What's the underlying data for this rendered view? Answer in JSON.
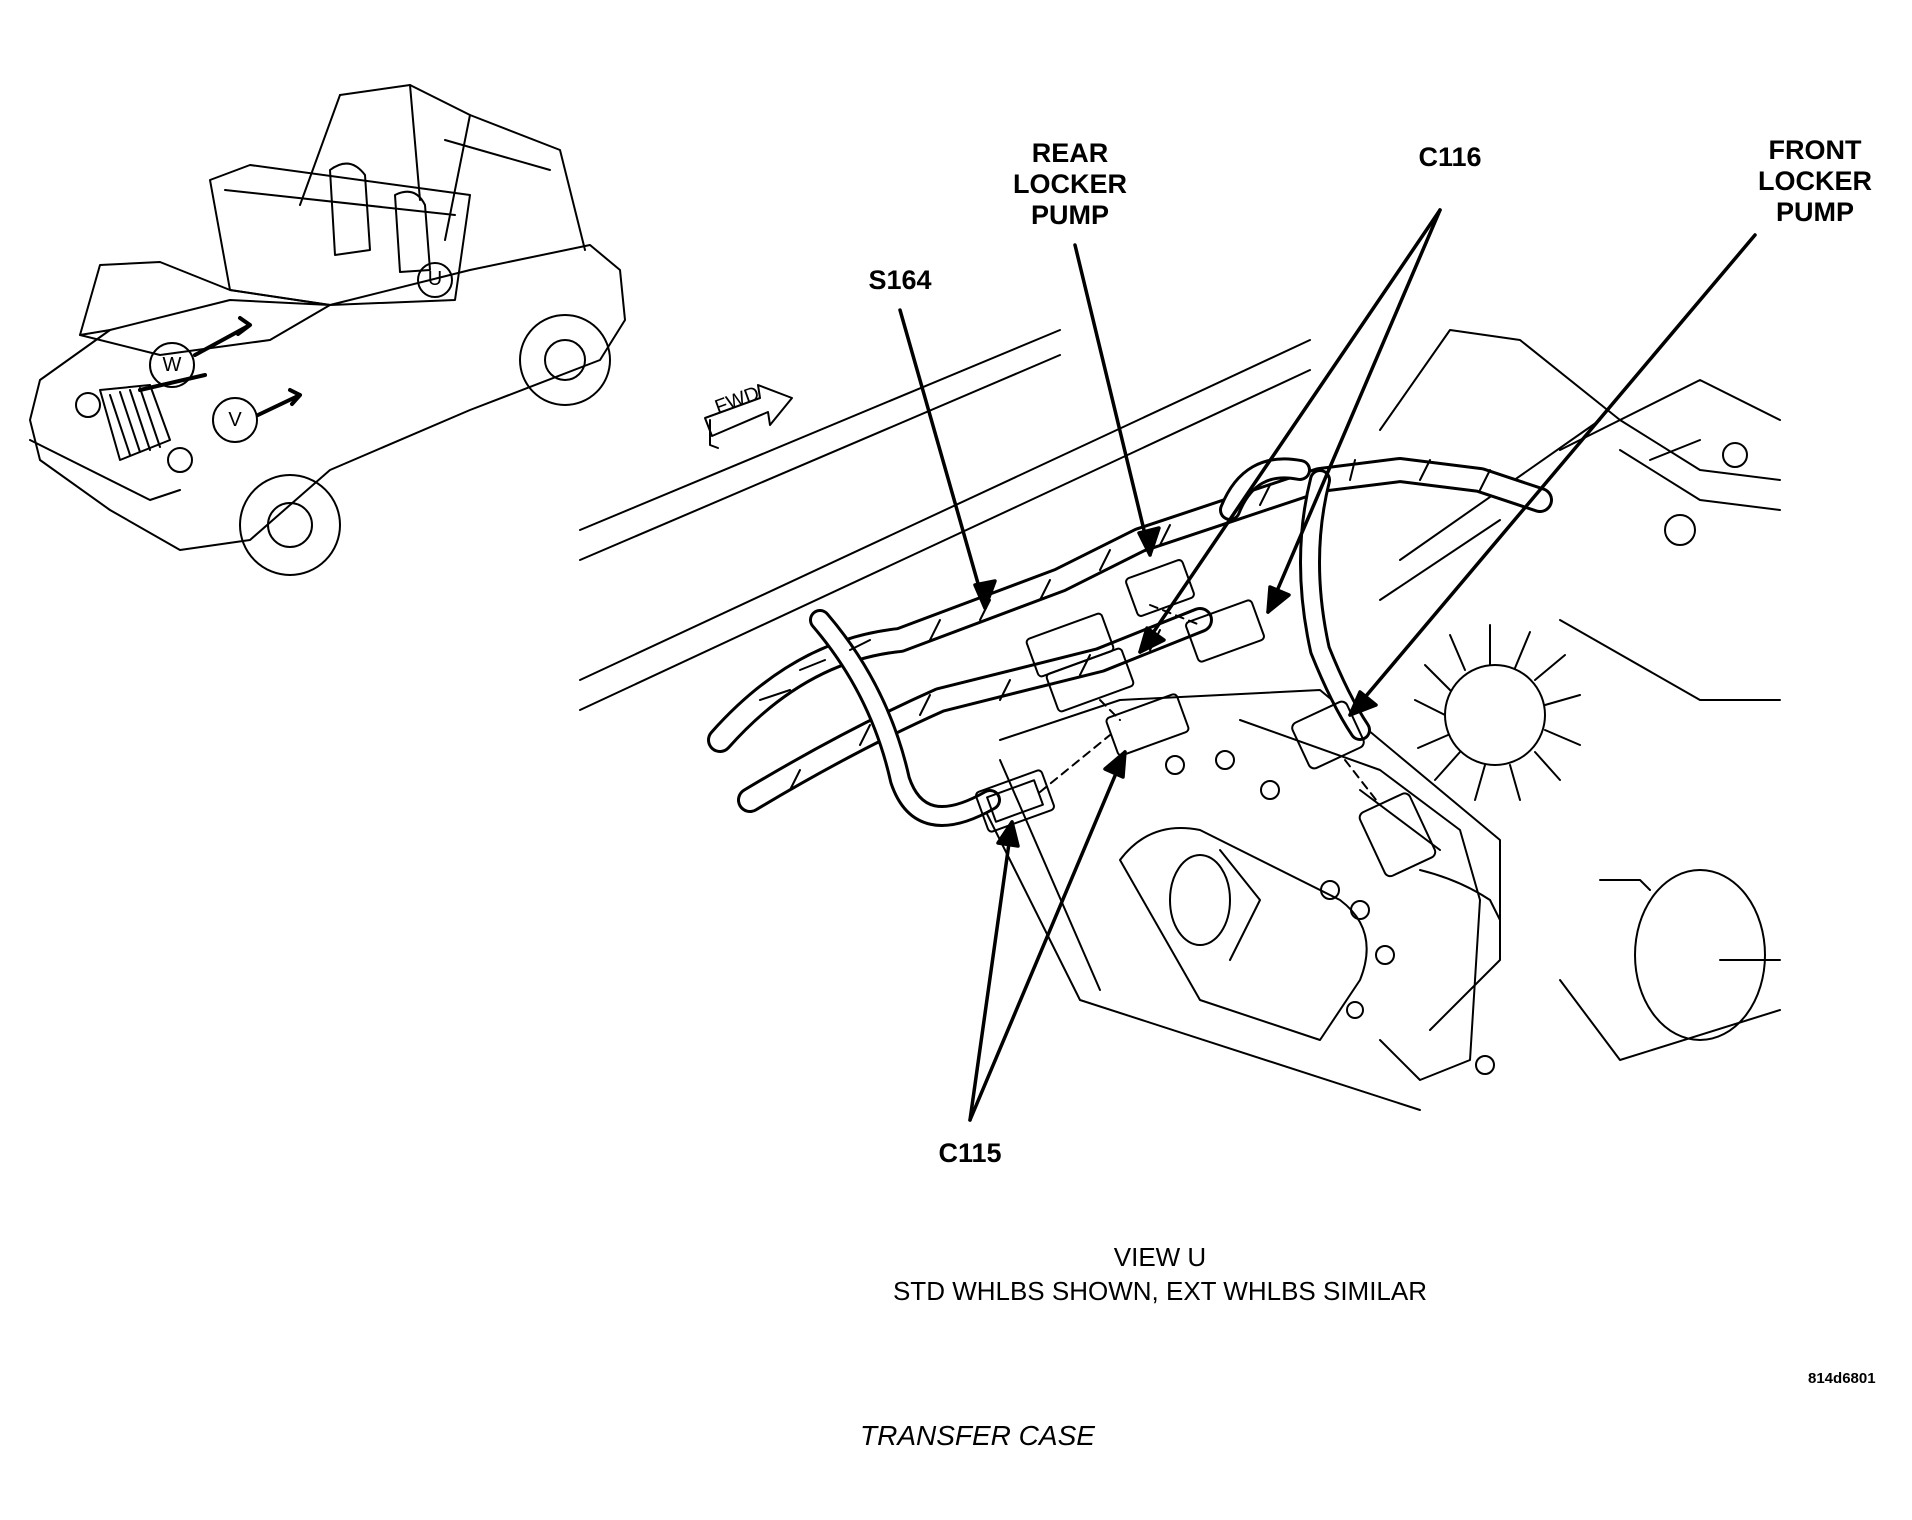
{
  "callouts": {
    "rear_locker_pump": "REAR\nLOCKER\nPUMP",
    "c116": "C116",
    "front_locker_pump": "FRONT\nLOCKER\nPUMP",
    "s164": "S164",
    "c115": "C115"
  },
  "view_letters": {
    "u": "U",
    "w": "W",
    "v": "V"
  },
  "direction_label": "FWD",
  "caption": "VIEW U\nSTD WHLBS SHOWN, EXT WHLBS SIMILAR",
  "figure_id": "814d6801",
  "title": "TRANSFER CASE"
}
